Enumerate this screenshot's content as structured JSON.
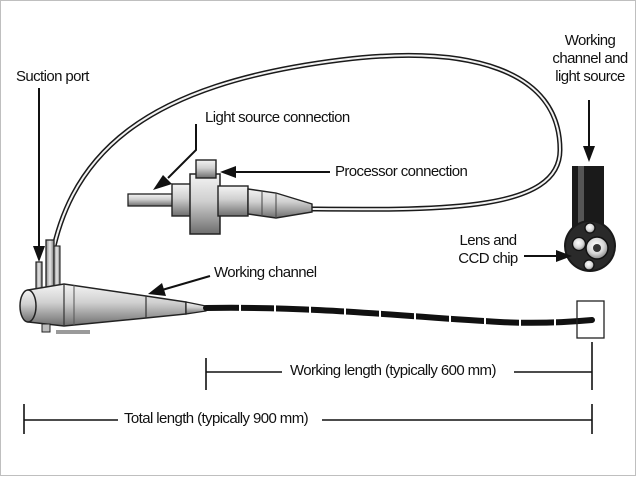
{
  "labels": {
    "suction_port": "Suction port",
    "light_source_connection": "Light source connection",
    "processor_connection": "Processor connection",
    "working_channel": "Working channel",
    "tip_label_line1": "Working",
    "tip_label_line2": "channel and",
    "tip_label_line3": "light source",
    "lens_line1": "Lens and",
    "lens_line2": "CCD chip",
    "working_length": "Working length (typically 600 mm)",
    "total_length": "Total length (typically 900 mm)"
  },
  "colors": {
    "ink": "#111111",
    "line": "#1a1a1a"
  }
}
